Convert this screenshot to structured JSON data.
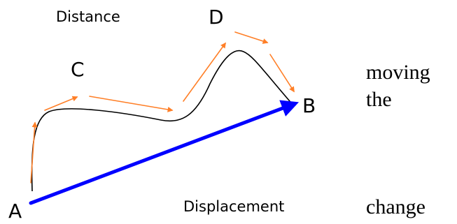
{
  "diagram": {
    "caption_distance": "Distance",
    "caption_displacement": "Displacement",
    "point_a": "A",
    "point_b": "B",
    "point_c": "C",
    "point_d": "D"
  },
  "side_text": {
    "line1": "moving",
    "line2": "the",
    "line3": "change"
  },
  "colors": {
    "path": "#000000",
    "distance_arrows": "#ff7f27",
    "displacement_arrow": "#0000ff",
    "text": "#000000",
    "background": "#ffffff"
  }
}
